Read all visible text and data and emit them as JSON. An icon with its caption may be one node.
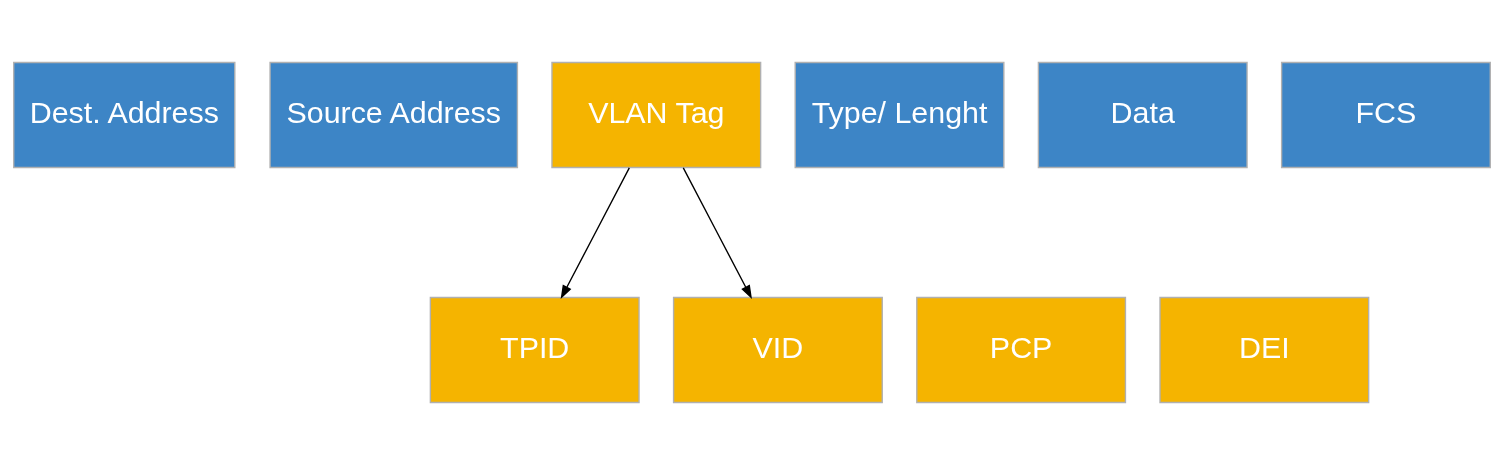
{
  "diagram": {
    "nodes": [
      {
        "text": [
          "Dest. Address"
        ]
      },
      {
        "text": [
          "Source Address"
        ]
      },
      {
        "text": [
          "VLAN Tag"
        ]
      },
      {
        "text": [
          "Type/ Lenght"
        ]
      },
      {
        "text": [
          "Data"
        ]
      },
      {
        "text": [
          "FCS"
        ]
      },
      {
        "text": [
          "TPID"
        ]
      },
      {
        "text": [
          "PCP"
        ]
      },
      {
        "text": [
          "DEI"
        ]
      },
      {
        "text": [
          "VID"
        ]
      }
    ],
    "edges": [
      {
        "from": 2,
        "to": 6,
        "arrow": "to"
      },
      {
        "from": 2,
        "to": 9,
        "arrow": "to"
      }
    ]
  }
}
